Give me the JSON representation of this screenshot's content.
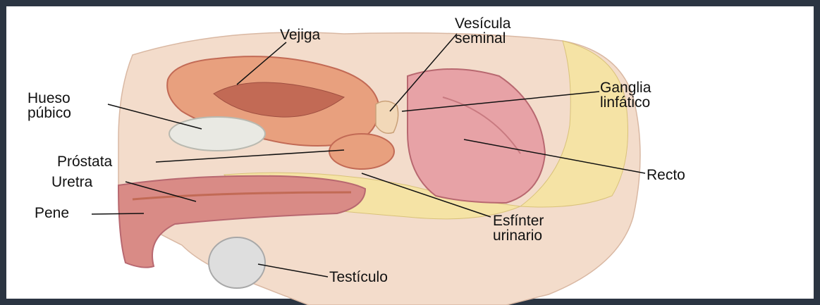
{
  "labels": {
    "bladder": "Vejiga",
    "seminal_vesicle": [
      "Vesícula",
      "seminal"
    ],
    "pubic_bone": [
      "Hueso",
      "púbico"
    ],
    "lymph_nodes": [
      "Ganglia",
      "linfático"
    ],
    "prostate": "Próstata",
    "urethra": "Uretra",
    "rectum": "Recto",
    "penis": "Pene",
    "sphincter": [
      "Esfínter",
      "urinario"
    ],
    "testicle": "Testículo"
  },
  "colors": {
    "frame": "#2b3542",
    "background": "#ffffff",
    "skin": "#f3dccb",
    "fat": "#f5e3a5",
    "organ": "#e8a07e",
    "organ_dark": "#c26a55",
    "muscle": "#d98b86",
    "rectum": "#e7a2a6",
    "bone": "#e9e9e3",
    "testicle": "#dedede"
  }
}
